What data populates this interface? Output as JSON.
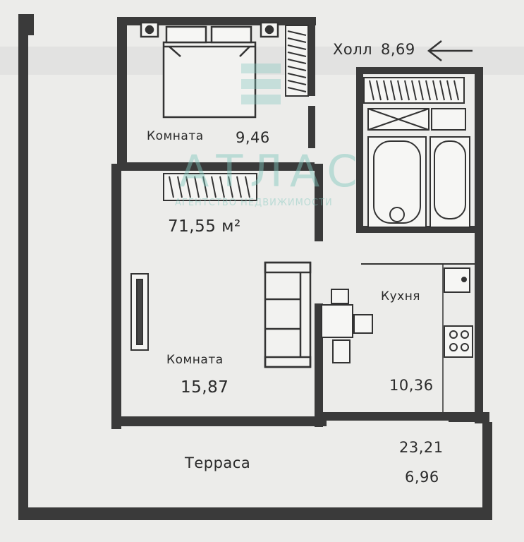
{
  "watermark": {
    "brand": "АТЛАС",
    "tagline": "АГЕНТСТВО НЕДВИЖИМОСТИ"
  },
  "rooms": {
    "hall": {
      "label": "Холл",
      "area": "8,69"
    },
    "bedroom": {
      "label": "Комната",
      "area": "9,46"
    },
    "living": {
      "label": "Комната",
      "area": "15,87"
    },
    "kitchen": {
      "label": "Кухня",
      "area": "10,36"
    },
    "terrace": {
      "label": "Терраса"
    }
  },
  "totals": {
    "apartment_area": "71,55 м²",
    "terrace_area": "23,21",
    "terrace_area_reduced": "6,96"
  }
}
